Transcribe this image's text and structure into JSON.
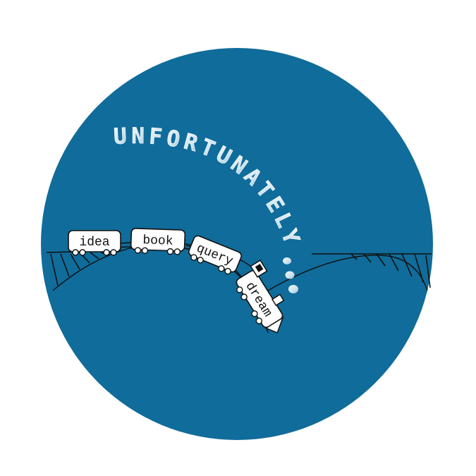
{
  "illustration": {
    "arc_text": "UNFORTUNATELY",
    "cars": [
      {
        "label": "idea"
      },
      {
        "label": "book"
      },
      {
        "label": "query"
      },
      {
        "label": "dream"
      }
    ],
    "colors": {
      "circle": "#106c9a",
      "line": "#111111",
      "car_fill": "#ffffff",
      "smoke_light": "#f4f8fb",
      "smoke_dark": "#9ec9e0",
      "background": "#ffffff"
    }
  }
}
